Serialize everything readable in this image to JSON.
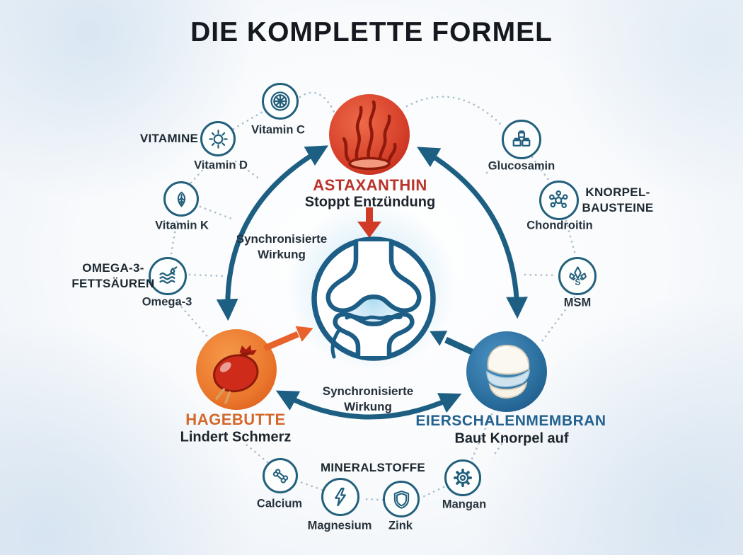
{
  "title": "DIE KOMPLETTE FORMEL",
  "colors": {
    "arc_teal": "#1d5f82",
    "icon_stroke": "#23607c",
    "dotted_line": "#a6bdcb",
    "astaxanthin_red": "#d6402a",
    "astaxanthin_text": "#b9332a",
    "hagebutte_orange": "#e8792f",
    "hagebutte_text": "#d4682a",
    "membrane_blue": "#2a6e9e",
    "membrane_text": "#23618e",
    "joint_glow": "#bfe2f2"
  },
  "nodes": {
    "astaxanthin": {
      "label": "ASTAXANTHIN",
      "effect": "Stoppt Entzündung",
      "icon": "algae-icon"
    },
    "hagebutte": {
      "label": "HAGEBUTTE",
      "effect": "Lindert Schmerz",
      "icon": "rosehip-icon"
    },
    "eierschalenmembran": {
      "label": "EIERSCHALENMEMBRAN",
      "effect": "Baut Knorpel auf",
      "icon": "eggshell-icon"
    }
  },
  "center": {
    "icon": "knee-joint-icon"
  },
  "sync": {
    "line1": "Synchronisierte",
    "line2": "Wirkung"
  },
  "groups": {
    "vitamine": {
      "label": "VITAMINE",
      "items": [
        {
          "label": "Vitamin C",
          "icon": "citrus-slice-icon"
        },
        {
          "label": "Vitamin D",
          "icon": "sun-icon"
        },
        {
          "label": "Vitamin K",
          "icon": "leaf-icon"
        }
      ]
    },
    "omega": {
      "label_line1": "OMEGA-3-",
      "label_line2": "FETTSÄUREN",
      "items": [
        {
          "label": "Omega-3",
          "icon": "waves-drop-icon"
        }
      ]
    },
    "knorpel": {
      "label_line1": "KNORPEL-",
      "label_line2": "BAUSTEINE",
      "items": [
        {
          "label": "Glucosamin",
          "icon": "building-blocks-icon"
        },
        {
          "label": "Chondroitin",
          "icon": "molecule-icon"
        },
        {
          "label": "MSM",
          "icon": "crystal-icon"
        }
      ]
    },
    "mineralstoffe": {
      "label": "MINERALSTOFFE",
      "items": [
        {
          "label": "Calcium",
          "icon": "bone-icon"
        },
        {
          "label": "Magnesium",
          "icon": "lightning-icon"
        },
        {
          "label": "Zink",
          "icon": "shield-icon"
        },
        {
          "label": "Mangan",
          "icon": "gear-icon"
        }
      ]
    }
  }
}
